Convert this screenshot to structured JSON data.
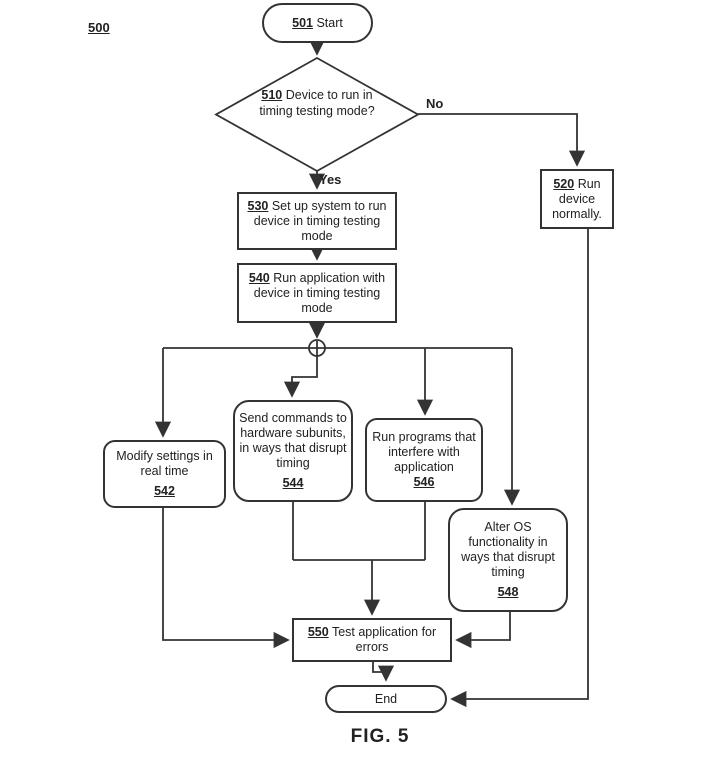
{
  "figure": {
    "ref": "500",
    "caption": "FIG. 5"
  },
  "colors": {
    "line": "#333333",
    "text": "#222222",
    "background": "#ffffff"
  },
  "nodes": {
    "start": {
      "num": "501",
      "text": "Start"
    },
    "decision": {
      "num": "510",
      "text": "Device to run in timing testing mode?"
    },
    "run_normally": {
      "num": "520",
      "text": "Run device normally."
    },
    "setup": {
      "num": "530",
      "text": "Set up system to run device in timing testing mode"
    },
    "run_app": {
      "num": "540",
      "text": "Run application with device in timing testing mode"
    },
    "modify": {
      "text": "Modify settings in real time",
      "num": "542"
    },
    "send_cmds": {
      "text": "Send commands to hardware subunits, in ways that disrupt timing",
      "num": "544"
    },
    "programs": {
      "text": "Run programs that interfere with application",
      "num": "546"
    },
    "alter_os": {
      "text": "Alter OS functionality in ways that disrupt timing",
      "num": "548"
    },
    "test": {
      "num": "550",
      "text": "Test application for errors"
    },
    "end": {
      "text": "End"
    }
  },
  "edges": {
    "yes_label": "Yes",
    "no_label": "No"
  }
}
